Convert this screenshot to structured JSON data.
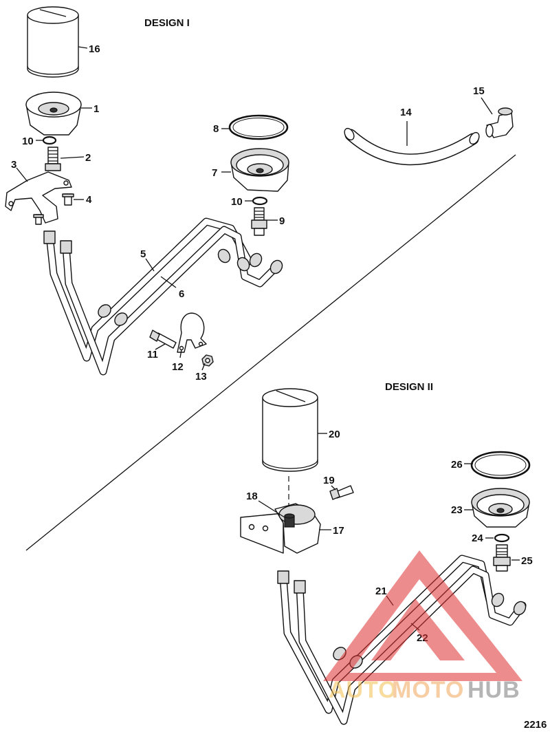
{
  "headings": {
    "design_1": "DESIGN I",
    "design_2": "DESIGN II"
  },
  "callouts": {
    "c1": "1",
    "c2": "2",
    "c3": "3",
    "c4": "4",
    "c5": "5",
    "c6": "6",
    "c7": "7",
    "c8": "8",
    "c9": "9",
    "c10a": "10",
    "c10b": "10",
    "c11": "11",
    "c12": "12",
    "c13": "13",
    "c14": "14",
    "c15": "15",
    "c16": "16",
    "c17": "17",
    "c18": "18",
    "c19": "19",
    "c20": "20",
    "c21": "21",
    "c22": "22",
    "c23": "23",
    "c24": "24",
    "c25": "25",
    "c26": "26"
  },
  "figure_number": "2216",
  "watermark": {
    "text_auto": "AUTO",
    "text_moto": "MOTO",
    "text_hub": "HUB",
    "colors": {
      "triangle": "#e03030",
      "auto": "#f2c14e",
      "moto": "#f2a65a",
      "hub": "#7a7a7a"
    }
  }
}
